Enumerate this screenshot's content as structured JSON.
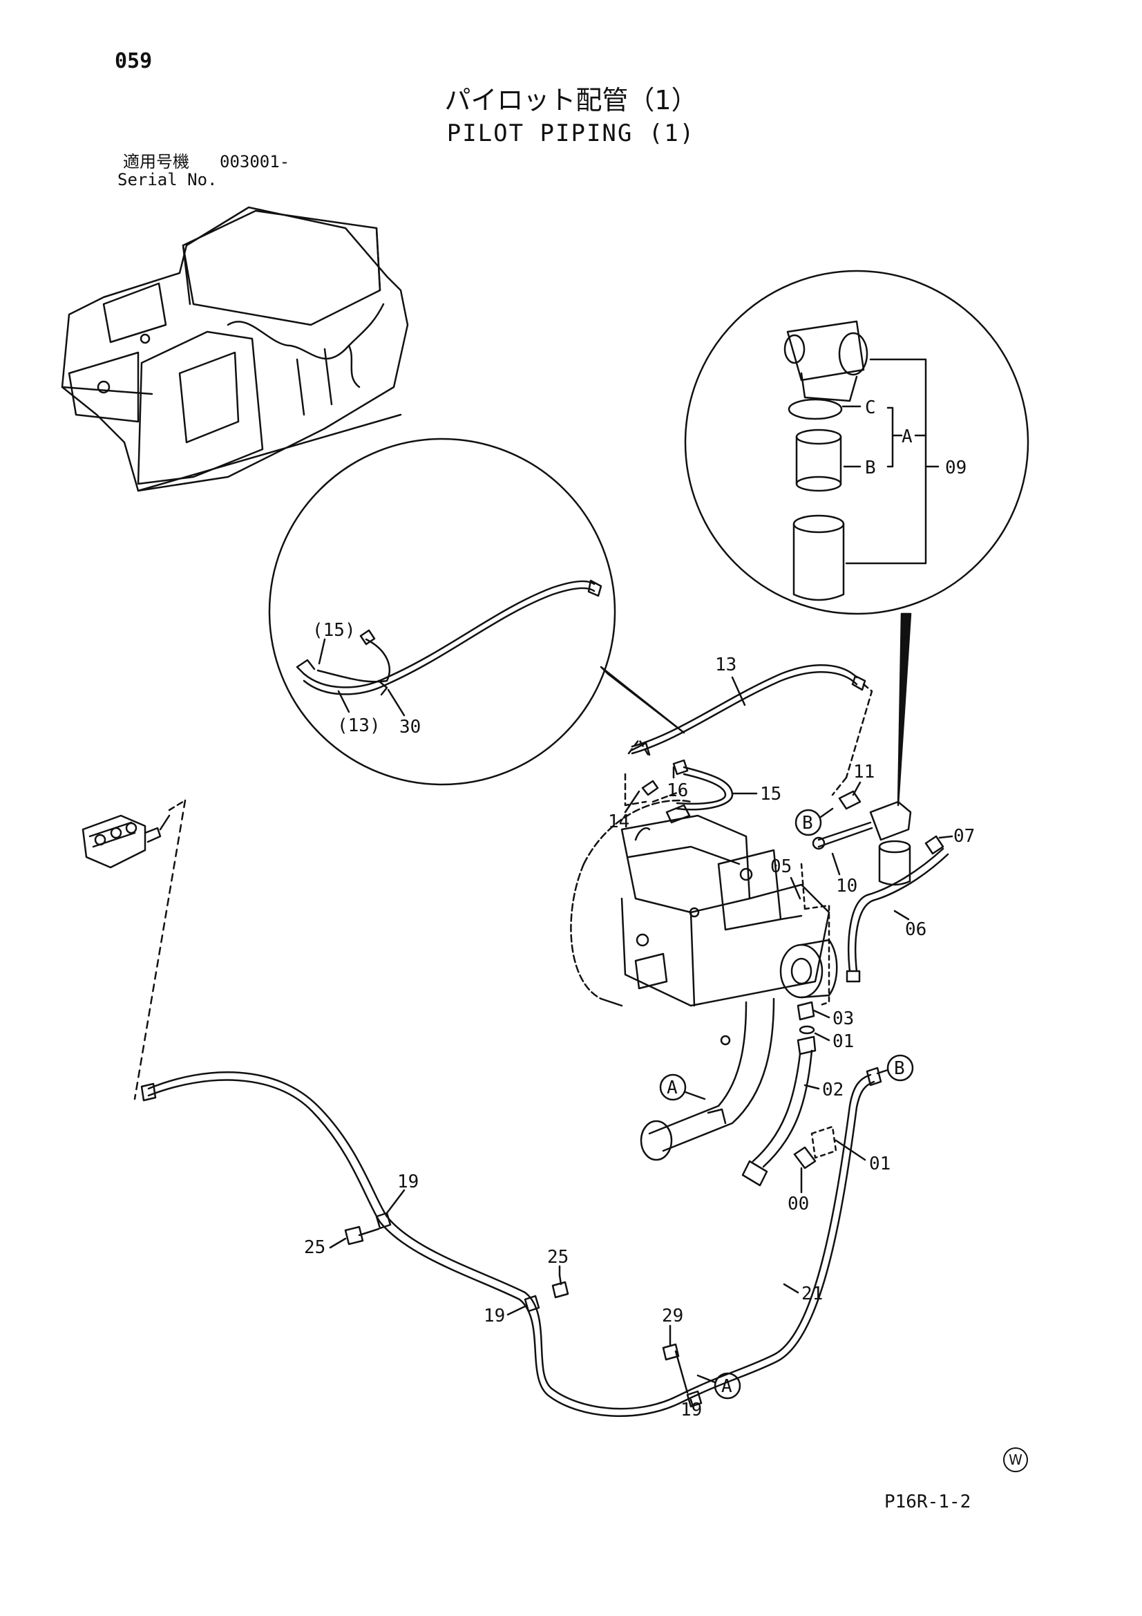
{
  "page_number": "059",
  "title": {
    "japanese": "パイロット配管（1）",
    "english": "PILOT PIPING (1)"
  },
  "serial": {
    "label_jp": "適用号機",
    "value": "003001-",
    "label_en": "Serial No."
  },
  "callouts": {
    "c13": "13",
    "c15": "15",
    "c11": "11",
    "c16": "16",
    "c14": "14",
    "c05": "05",
    "c10": "10",
    "c07": "07",
    "c06": "06",
    "c03": "03",
    "c01a": "01",
    "c02": "02",
    "c01b": "01",
    "c00": "00",
    "c19a": "19",
    "c25a": "25",
    "c25b": "25",
    "c19b": "19",
    "c29": "29",
    "c21": "21",
    "c19c": "19",
    "inset_c": "C",
    "inset_a": "A",
    "inset_b": "B",
    "inset_09": "09",
    "inset2_15": "(15)",
    "inset2_13": "(13)",
    "inset2_30": "30",
    "ref_b1": "B",
    "ref_b2": "B",
    "ref_a1": "A",
    "ref_a2": "A"
  },
  "footer": {
    "w_mark": "W",
    "drawing_code": "P16R-1-2"
  }
}
